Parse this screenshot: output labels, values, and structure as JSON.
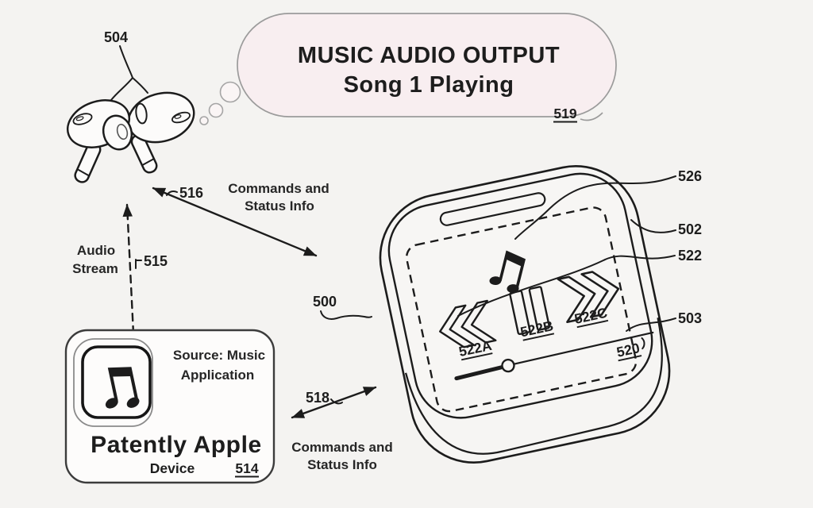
{
  "colors": {
    "background": "#f4f3f1",
    "line": "#1c1c1c",
    "bubble_fill": "#f8eef0",
    "bubble_stroke": "#9b9b9b"
  },
  "speech_bubble": {
    "line1": "MUSIC AUDIO OUTPUT",
    "line2": "Song 1 Playing",
    "ref": "519"
  },
  "earbuds": {
    "ref": "504"
  },
  "annotations": {
    "earbuds_link": {
      "ref": "516",
      "caption1": "Commands and",
      "caption2": "Status Info"
    },
    "audio_stream": {
      "ref": "515",
      "caption1": "Audio",
      "caption2": "Stream"
    },
    "device_link": {
      "ref": "518",
      "caption1": "Commands and",
      "caption2": "Status Info"
    }
  },
  "source_device": {
    "source1": "Source: Music",
    "source2": "Application",
    "brand": "Patently Apple",
    "device_label": "Device",
    "ref": "514"
  },
  "case": {
    "ref": "500",
    "note_ref": "526",
    "housing_ref": "502",
    "controls_ref": "522",
    "side_ref": "503",
    "slider_ref": "520",
    "rewind_ref": "522A",
    "pause_ref": "522B",
    "forward_ref": "522C"
  }
}
